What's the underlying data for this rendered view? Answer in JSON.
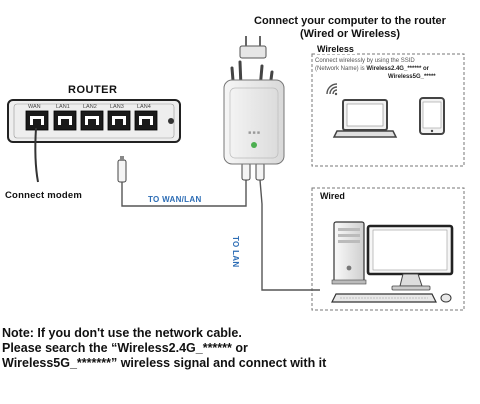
{
  "header": {
    "line1": "Connect your computer to the router",
    "line2": "(Wired or Wireless)"
  },
  "router": {
    "title": "ROUTER",
    "ports": [
      "WAN",
      "LAN1",
      "LAN2",
      "LAN3",
      "LAN4"
    ]
  },
  "wireless": {
    "title": "Wireless",
    "desc_line1": "Connect wirelessly by using the SSID",
    "desc_line2_a": "(Network Name) is ",
    "desc_line2_b": "Wireless2.4G_****** or",
    "desc_line3": "Wireless5G_*****"
  },
  "wired": {
    "title": "Wired"
  },
  "cables": {
    "modem": "Connect  modem",
    "wan_lan": "TO WAN/LAN",
    "to_lan": "TO LAN"
  },
  "note": {
    "line1": "Note: If you don't use the network cable.",
    "line2": "Please search the “Wireless2.4G_****** or",
    "line3": "Wireless5G_*******” wireless signal and connect with it"
  },
  "icons": [
    "wifi-icon",
    "laptop-icon",
    "tablet-icon",
    "desktop-monitor-icon",
    "pc-tower-icon",
    "keyboard-icon",
    "mouse-icon",
    "repeater-device-icon",
    "router-icon"
  ]
}
